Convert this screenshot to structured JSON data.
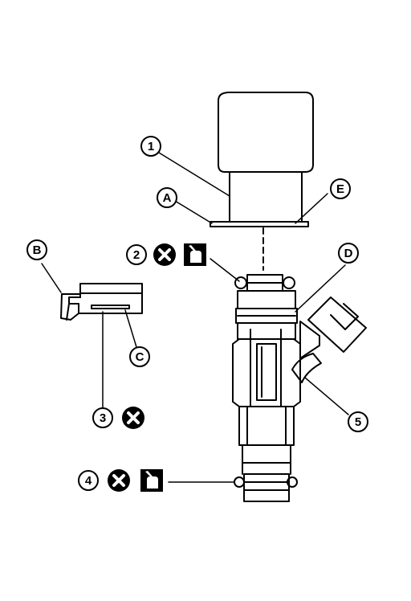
{
  "callouts": {
    "c1": "1",
    "c2": "2",
    "c3": "3",
    "c4": "4",
    "c5": "5",
    "cA": "A",
    "cB": "B",
    "cC": "C",
    "cD": "D",
    "cE": "E"
  },
  "symbols": {
    "replace_part": "x-in-circle-icon",
    "apply_fluid": "oil-can-icon"
  },
  "colors": {
    "line": "#000000",
    "background": "#ffffff"
  }
}
